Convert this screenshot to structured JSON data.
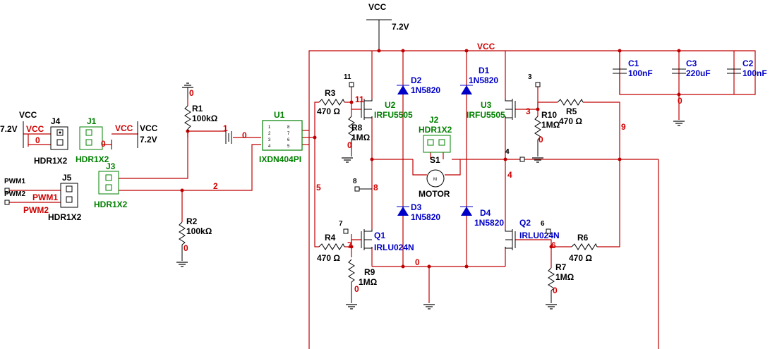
{
  "colors": {
    "wire": "#c00000",
    "component": "#000000",
    "header": "#008000",
    "semiconductor": "#0000c8"
  },
  "supply": {
    "vcc_label": "VCC",
    "vcc_value": "7.2V",
    "rail_label": "VCC"
  },
  "resistors": {
    "r1": {
      "ref": "R1",
      "value": "100kΩ"
    },
    "r2": {
      "ref": "R2",
      "value": "100kΩ"
    },
    "r3": {
      "ref": "R3",
      "value": "470 Ω"
    },
    "r4": {
      "ref": "R4",
      "value": "470 Ω"
    },
    "r5": {
      "ref": "R5",
      "value": "470 Ω"
    },
    "r6": {
      "ref": "R6",
      "value": "470 Ω"
    },
    "r7": {
      "ref": "R7",
      "value": "1MΩ"
    },
    "r8": {
      "ref": "R8",
      "value": "1MΩ"
    },
    "r9": {
      "ref": "R9",
      "value": "1MΩ"
    },
    "r10": {
      "ref": "R10",
      "value": "1MΩ"
    }
  },
  "capacitors": {
    "c1": {
      "ref": "C1",
      "value": "100nF"
    },
    "c2": {
      "ref": "C2",
      "value": "100nF"
    },
    "c3": {
      "ref": "C3",
      "value": "220uF"
    }
  },
  "diodes": {
    "d1": {
      "ref": "D1",
      "value": "1N5820"
    },
    "d2": {
      "ref": "D2",
      "value": "1N5820"
    },
    "d3": {
      "ref": "D3",
      "value": "1N5820"
    },
    "d4": {
      "ref": "D4",
      "value": "1N5820"
    }
  },
  "transistors": {
    "u2": {
      "ref": "U2",
      "value": "IRFU5505"
    },
    "u3": {
      "ref": "U3",
      "value": "IRFU5505"
    },
    "q1": {
      "ref": "Q1",
      "value": "IRLU024N"
    },
    "q2": {
      "ref": "Q2",
      "value": "IRLU024N"
    }
  },
  "driver": {
    "ref": "U1",
    "value": "IXDN404PI",
    "pins": [
      "1",
      "2",
      "3",
      "4",
      "8",
      "7",
      "6",
      "5"
    ]
  },
  "headers": {
    "j1": {
      "ref": "J1",
      "value": "HDR1X2"
    },
    "j2": {
      "ref": "J2",
      "value": "HDR1X2"
    },
    "j3": {
      "ref": "J3",
      "value": "HDR1X2"
    },
    "j4": {
      "ref": "J4",
      "value": "HDR1X2"
    },
    "j5": {
      "ref": "J5",
      "value": "HDR1X2"
    }
  },
  "motor": {
    "ref": "S1",
    "label": "MOTOR",
    "symbol": "M"
  },
  "battery_left": {
    "vcc": "VCC",
    "value": "7.2V",
    "net_vcc": "VCC",
    "net_gnd": "0"
  },
  "battery_j1": {
    "net_vcc": "VCC",
    "vcc": "VCC",
    "value": "7.2V",
    "net_gnd": "0"
  },
  "pwm": {
    "in1": "PWM1",
    "in2": "PWM2",
    "net1": "PWM1",
    "net2": "PWM2"
  },
  "nets": {
    "n0_r1": "0",
    "n1": "1",
    "n0_u1": "0",
    "n2": "2",
    "n0_r2": "0",
    "n5": "5",
    "n11": "11",
    "n0_r8": "0",
    "n8": "8",
    "n7": "7",
    "n0_r9": "0",
    "n0_bottom": "0",
    "n4a": "4",
    "n4b": "4",
    "n3": "3",
    "n0_r10": "0",
    "n9": "9",
    "n6": "6",
    "n0_r7": "0",
    "n0_caps": "0"
  },
  "probes": {
    "p11": "11",
    "p8": "8",
    "p7": "7",
    "p3": "3",
    "p4": "4",
    "p6": "6"
  }
}
